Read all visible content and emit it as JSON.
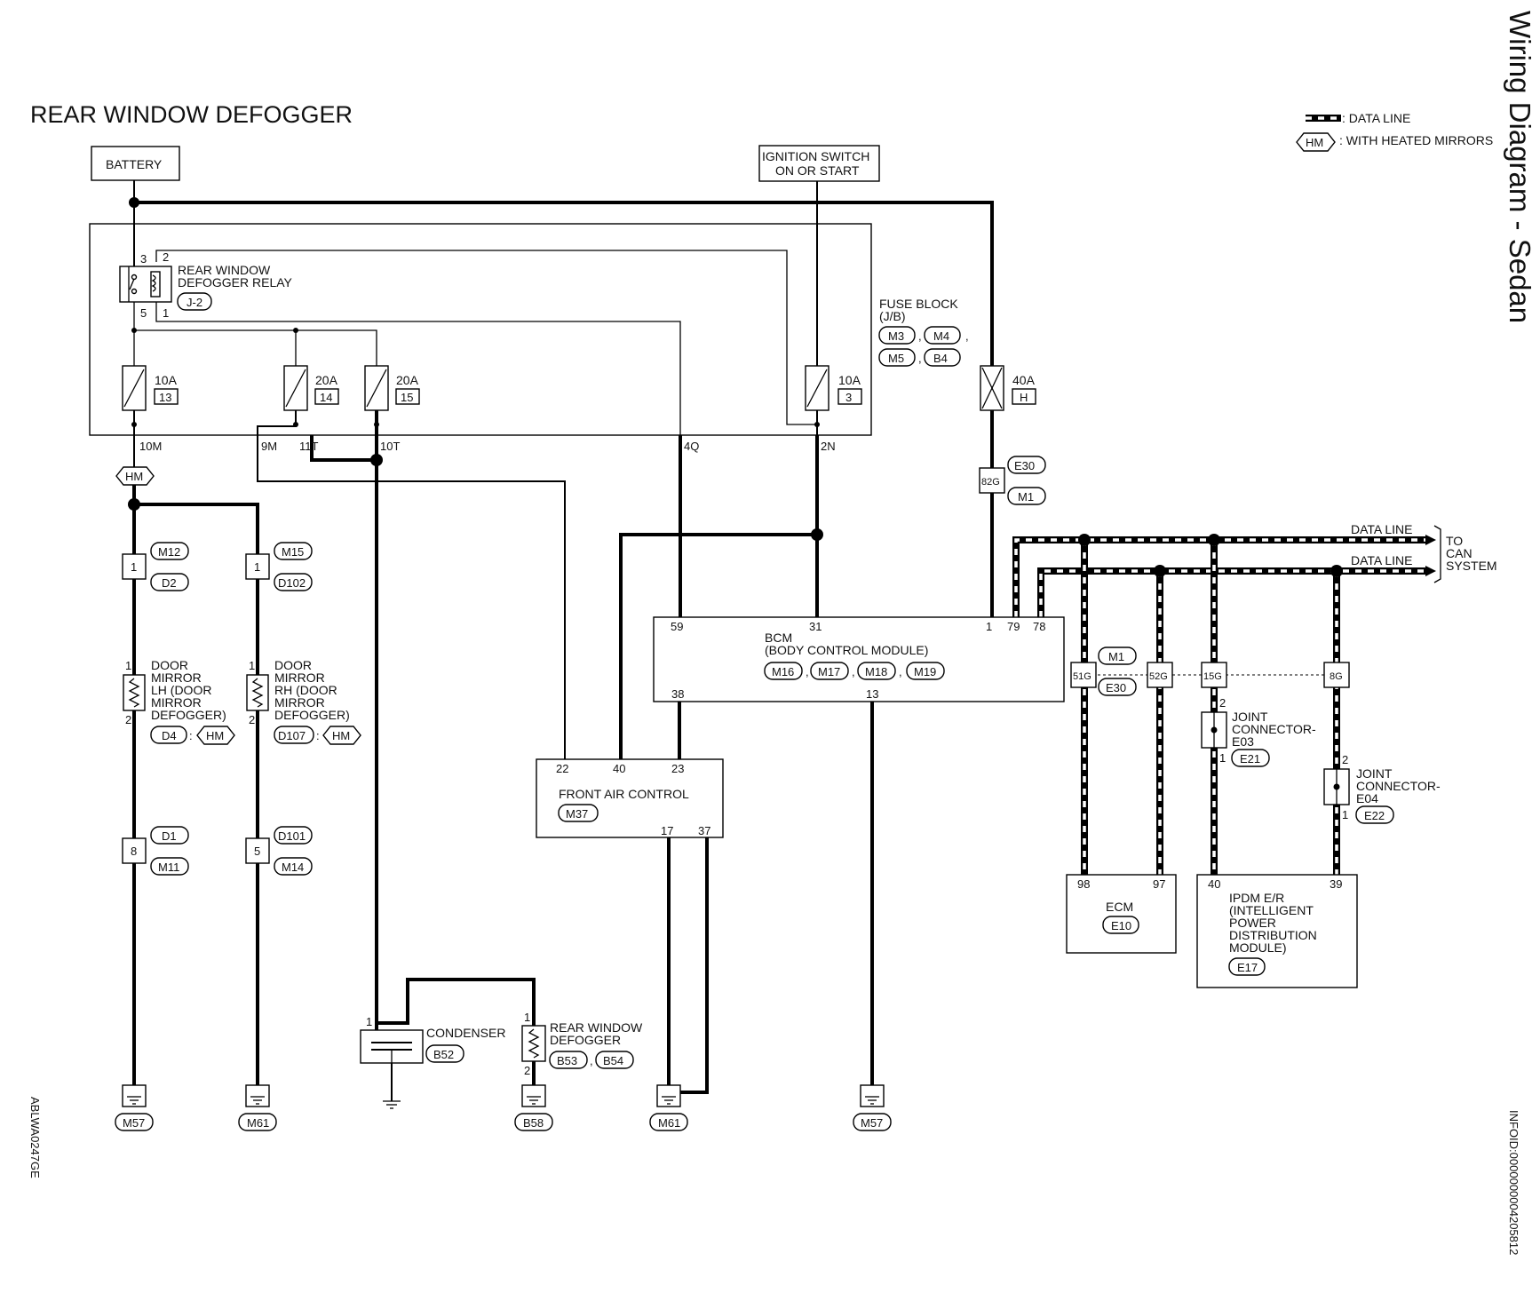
{
  "page": {
    "title": "REAR WINDOW DEFOGGER",
    "side_title": "Wiring Diagram - Sedan",
    "left_code": "ABLWA0247GE",
    "right_code": "INFOID:0000000004205812"
  },
  "legend": {
    "data_line": ": DATA LINE",
    "hm_badge": "HM",
    "hm_text": ": WITH HEATED MIRRORS"
  },
  "sources": {
    "battery": "BATTERY",
    "ignition_line1": "IGNITION SWITCH",
    "ignition_line2": "ON OR START"
  },
  "relay": {
    "name_line1": "REAR WINDOW",
    "name_line2": "DEFOGGER RELAY",
    "connector": "J-2",
    "pins": [
      "3",
      "2",
      "5",
      "1"
    ]
  },
  "fuse_block": {
    "name_line1": "FUSE BLOCK",
    "name_line2": "(J/B)",
    "connectors": [
      "M3",
      "M4",
      "M5",
      "B4"
    ],
    "fuses": [
      {
        "rating": "10A",
        "number": "13"
      },
      {
        "rating": "20A",
        "number": "14"
      },
      {
        "rating": "20A",
        "number": "15"
      },
      {
        "rating": "10A",
        "number": "3"
      },
      {
        "rating": "40A",
        "number": "H"
      }
    ],
    "terminals": [
      "10M",
      "9M",
      "11T",
      "10T",
      "4Q",
      "2N"
    ]
  },
  "hm_marker": "HM",
  "fusible_link": {
    "terminal": "82G",
    "connectors": [
      "E30",
      "M1"
    ]
  },
  "mirror_lh": {
    "upper_pin": "1",
    "upper_conn": [
      "M12",
      "D2"
    ],
    "name": [
      "DOOR",
      "MIRROR",
      "LH (DOOR",
      "MIRROR",
      "DEFOGGER)"
    ],
    "pins": [
      "1",
      "2"
    ],
    "conn": "D4",
    "lower_pin": "8",
    "lower_conn": [
      "D1",
      "M11"
    ],
    "ground": "M57"
  },
  "mirror_rh": {
    "upper_pin": "1",
    "upper_conn": [
      "M15",
      "D102"
    ],
    "name": [
      "DOOR",
      "MIRROR",
      "RH (DOOR",
      "MIRROR",
      "DEFOGGER)"
    ],
    "pins": [
      "1",
      "2"
    ],
    "conn": "D107",
    "lower_pin": "5",
    "lower_conn": [
      "D101",
      "M14"
    ],
    "ground": "M61"
  },
  "bcm": {
    "name_line1": "BCM",
    "name_line2": "(BODY CONTROL MODULE)",
    "connectors": [
      "M16",
      "M17",
      "M18",
      "M19"
    ],
    "pins_top": [
      "59",
      "31",
      "1",
      "79",
      "78"
    ],
    "pins_bottom": [
      "38",
      "13"
    ],
    "ground": "M57"
  },
  "front_air": {
    "name": "FRONT AIR CONTROL",
    "connector": "M37",
    "pins_top": [
      "22",
      "40",
      "23"
    ],
    "pins_bottom": [
      "17",
      "37"
    ],
    "ground": "M61"
  },
  "condenser": {
    "name": "CONDENSER",
    "pin": "1",
    "connector": "B52"
  },
  "defogger": {
    "name_line1": "REAR WINDOW",
    "name_line2": "DEFOGGER",
    "pins": [
      "1",
      "2"
    ],
    "connectors": [
      "B53",
      "B54"
    ],
    "ground": "B58"
  },
  "can": {
    "data_line": "DATA LINE",
    "to_line1": "TO",
    "to_line2": "CAN",
    "to_line3": "SYSTEM",
    "junction_terminals": [
      "51G",
      "52G",
      "15G",
      "8G"
    ],
    "junction_connectors": [
      "M1",
      "E30"
    ]
  },
  "joint_e03": {
    "line1": "JOINT",
    "line2": "CONNECTOR-",
    "line3": "E03",
    "pins": [
      "2",
      "1"
    ],
    "connector": "E21"
  },
  "joint_e04": {
    "line1": "JOINT",
    "line2": "CONNECTOR-",
    "line3": "E04",
    "pins": [
      "2",
      "1"
    ],
    "connector": "E22"
  },
  "ecm": {
    "name": "ECM",
    "connector": "E10",
    "pins": [
      "98",
      "97"
    ]
  },
  "ipdm": {
    "name": [
      "IPDM E/R",
      "(INTELLIGENT",
      "POWER",
      "DISTRIBUTION",
      "MODULE)"
    ],
    "connector": "E17",
    "pins": [
      "40",
      "39"
    ]
  }
}
